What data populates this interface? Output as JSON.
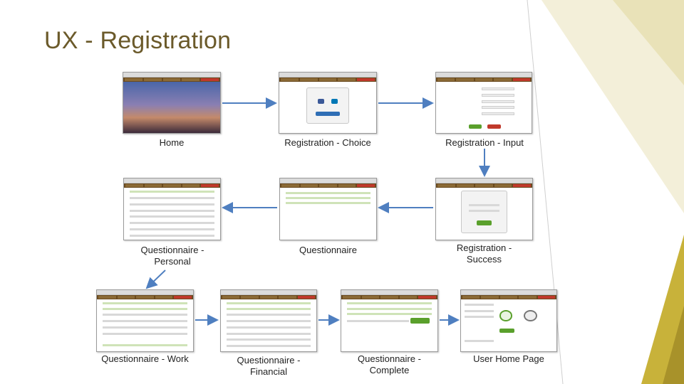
{
  "slide": {
    "title": "UX - Registration"
  },
  "diagram": {
    "steps": [
      {
        "id": "home",
        "caption": [
          "Home"
        ]
      },
      {
        "id": "registration-choice",
        "caption": [
          "Registration - Choice"
        ]
      },
      {
        "id": "registration-input",
        "caption": [
          "Registration - Input"
        ]
      },
      {
        "id": "questionnaire-personal",
        "caption": [
          "Questionnaire -",
          "Personal"
        ]
      },
      {
        "id": "questionnaire",
        "caption": [
          "Questionnaire"
        ]
      },
      {
        "id": "registration-success",
        "caption": [
          "Registration -",
          "Success"
        ]
      },
      {
        "id": "questionnaire-work",
        "caption": [
          "Questionnaire - Work"
        ]
      },
      {
        "id": "questionnaire-financial",
        "caption": [
          "Questionnaire -",
          "Financial"
        ]
      },
      {
        "id": "questionnaire-complete",
        "caption": [
          "Questionnaire -",
          "Complete"
        ]
      },
      {
        "id": "user-home-page",
        "caption": [
          "User Home Page"
        ]
      }
    ],
    "edges": [
      {
        "from": "home",
        "to": "registration-choice"
      },
      {
        "from": "registration-choice",
        "to": "registration-input"
      },
      {
        "from": "registration-input",
        "to": "registration-success"
      },
      {
        "from": "registration-success",
        "to": "questionnaire"
      },
      {
        "from": "questionnaire",
        "to": "questionnaire-personal"
      },
      {
        "from": "questionnaire-personal",
        "to": "questionnaire-work"
      },
      {
        "from": "questionnaire-work",
        "to": "questionnaire-financial"
      },
      {
        "from": "questionnaire-financial",
        "to": "questionnaire-complete"
      },
      {
        "from": "questionnaire-complete",
        "to": "user-home-page"
      }
    ],
    "colors": {
      "arrow": "#4f7fc0",
      "accent": "#b8a02a",
      "title": "#6b5a2a"
    }
  }
}
